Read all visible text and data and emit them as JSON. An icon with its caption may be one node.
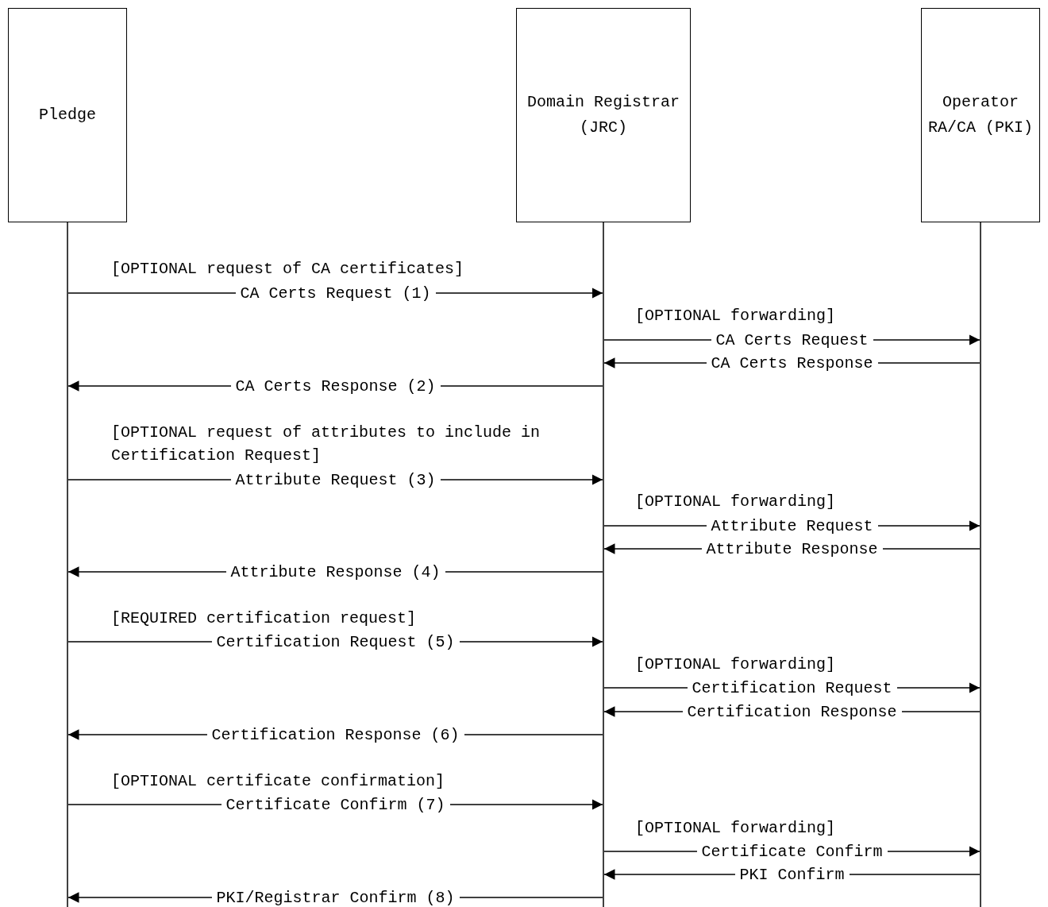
{
  "diagram": {
    "nodes": [
      {
        "text": [
          "Pledge"
        ]
      },
      {
        "text": [
          "Domain Registrar (JRC)"
        ]
      },
      {
        "text": [
          "Operator RA/CA (PKI)"
        ]
      }
    ],
    "edges": [
      {
        "from": 0,
        "to": 1,
        "arrow": "to",
        "label": "CA Certs Request (1)"
      },
      {
        "from": 1,
        "to": 2,
        "arrow": "to",
        "label": "CA Certs Request"
      },
      {
        "from": 2,
        "to": 1,
        "arrow": "to",
        "label": "CA Certs Response"
      },
      {
        "from": 1,
        "to": 0,
        "arrow": "to",
        "label": "CA Certs Response (2)"
      },
      {
        "from": 0,
        "to": 1,
        "arrow": "to",
        "label": "Attribute Request (3)"
      },
      {
        "from": 1,
        "to": 2,
        "arrow": "to",
        "label": "Attribute Request"
      },
      {
        "from": 2,
        "to": 1,
        "arrow": "to",
        "label": "Attribute Response"
      },
      {
        "from": 1,
        "to": 0,
        "arrow": "to",
        "label": "Attribute Response (4)"
      },
      {
        "from": 0,
        "to": 1,
        "arrow": "to",
        "label": "Certification Request (5)"
      },
      {
        "from": 1,
        "to": 2,
        "arrow": "to",
        "label": "Certification Request"
      },
      {
        "from": 2,
        "to": 1,
        "arrow": "to",
        "label": "Certification Response"
      },
      {
        "from": 1,
        "to": 0,
        "arrow": "to",
        "label": "Certification Response (6)"
      },
      {
        "from": 0,
        "to": 1,
        "arrow": "to",
        "label": "Certificate Confirm (7)"
      },
      {
        "from": 1,
        "to": 2,
        "arrow": "to",
        "label": "Certificate Confirm"
      },
      {
        "from": 2,
        "to": 1,
        "arrow": "to",
        "label": "PKI Confirm"
      },
      {
        "from": 1,
        "to": 0,
        "arrow": "to",
        "label": "PKI/Registrar Confirm (8)"
      }
    ],
    "labels": [
      "[OPTIONAL request of CA certificates]",
      "[OPTIONAL forwarding]",
      "[OPTIONAL request of attributes to include in Certification Request]",
      "[OPTIONAL forwarding]",
      "[REQUIRED certification request]",
      "[OPTIONAL forwarding]",
      "[OPTIONAL certificate confirmation]",
      "[OPTIONAL forwarding]"
    ]
  }
}
